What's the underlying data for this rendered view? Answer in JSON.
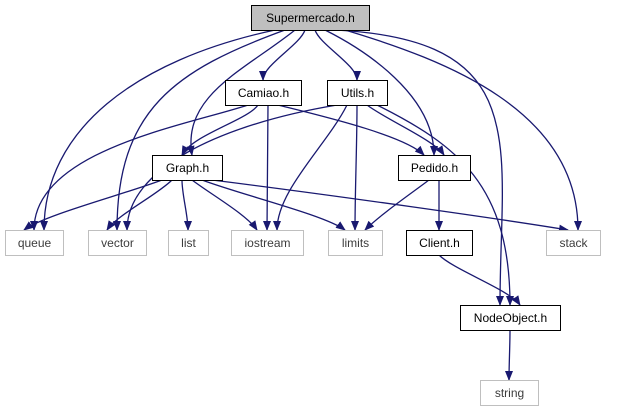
{
  "diagram": {
    "type": "include-dependency-graph",
    "colors": {
      "background": "#ffffff",
      "edge": "#191970",
      "root_fill": "#bfbfbf",
      "root_border": "#000000",
      "local_border": "#000000",
      "external_border": "#bfbfbf",
      "text": "#000000"
    },
    "nodes": [
      {
        "id": "supermercado",
        "label": "Supermercado.h",
        "kind": "root"
      },
      {
        "id": "camiao",
        "label": "Camiao.h",
        "kind": "local"
      },
      {
        "id": "utils",
        "label": "Utils.h",
        "kind": "local"
      },
      {
        "id": "graph",
        "label": "Graph.h",
        "kind": "local"
      },
      {
        "id": "pedido",
        "label": "Pedido.h",
        "kind": "local"
      },
      {
        "id": "client",
        "label": "Client.h",
        "kind": "local"
      },
      {
        "id": "nodeobject",
        "label": "NodeObject.h",
        "kind": "local"
      },
      {
        "id": "queue",
        "label": "queue",
        "kind": "external"
      },
      {
        "id": "vector",
        "label": "vector",
        "kind": "external"
      },
      {
        "id": "list",
        "label": "list",
        "kind": "external"
      },
      {
        "id": "iostream",
        "label": "iostream",
        "kind": "external"
      },
      {
        "id": "limits",
        "label": "limits",
        "kind": "external"
      },
      {
        "id": "stack",
        "label": "stack",
        "kind": "external"
      },
      {
        "id": "string",
        "label": "string",
        "kind": "external"
      }
    ],
    "edges": [
      {
        "from": "supermercado",
        "to": "camiao"
      },
      {
        "from": "supermercado",
        "to": "utils"
      },
      {
        "from": "supermercado",
        "to": "graph"
      },
      {
        "from": "supermercado",
        "to": "pedido"
      },
      {
        "from": "supermercado",
        "to": "queue"
      },
      {
        "from": "supermercado",
        "to": "vector"
      },
      {
        "from": "supermercado",
        "to": "stack"
      },
      {
        "from": "supermercado",
        "to": "nodeobject"
      },
      {
        "from": "camiao",
        "to": "graph"
      },
      {
        "from": "camiao",
        "to": "pedido"
      },
      {
        "from": "camiao",
        "to": "queue"
      },
      {
        "from": "camiao",
        "to": "iostream"
      },
      {
        "from": "utils",
        "to": "pedido"
      },
      {
        "from": "utils",
        "to": "vector"
      },
      {
        "from": "utils",
        "to": "iostream"
      },
      {
        "from": "utils",
        "to": "limits"
      },
      {
        "from": "utils",
        "to": "nodeobject"
      },
      {
        "from": "graph",
        "to": "queue"
      },
      {
        "from": "graph",
        "to": "vector"
      },
      {
        "from": "graph",
        "to": "list"
      },
      {
        "from": "graph",
        "to": "iostream"
      },
      {
        "from": "graph",
        "to": "limits"
      },
      {
        "from": "graph",
        "to": "stack"
      },
      {
        "from": "pedido",
        "to": "client"
      },
      {
        "from": "pedido",
        "to": "limits"
      },
      {
        "from": "client",
        "to": "nodeobject"
      },
      {
        "from": "nodeobject",
        "to": "string"
      }
    ]
  }
}
